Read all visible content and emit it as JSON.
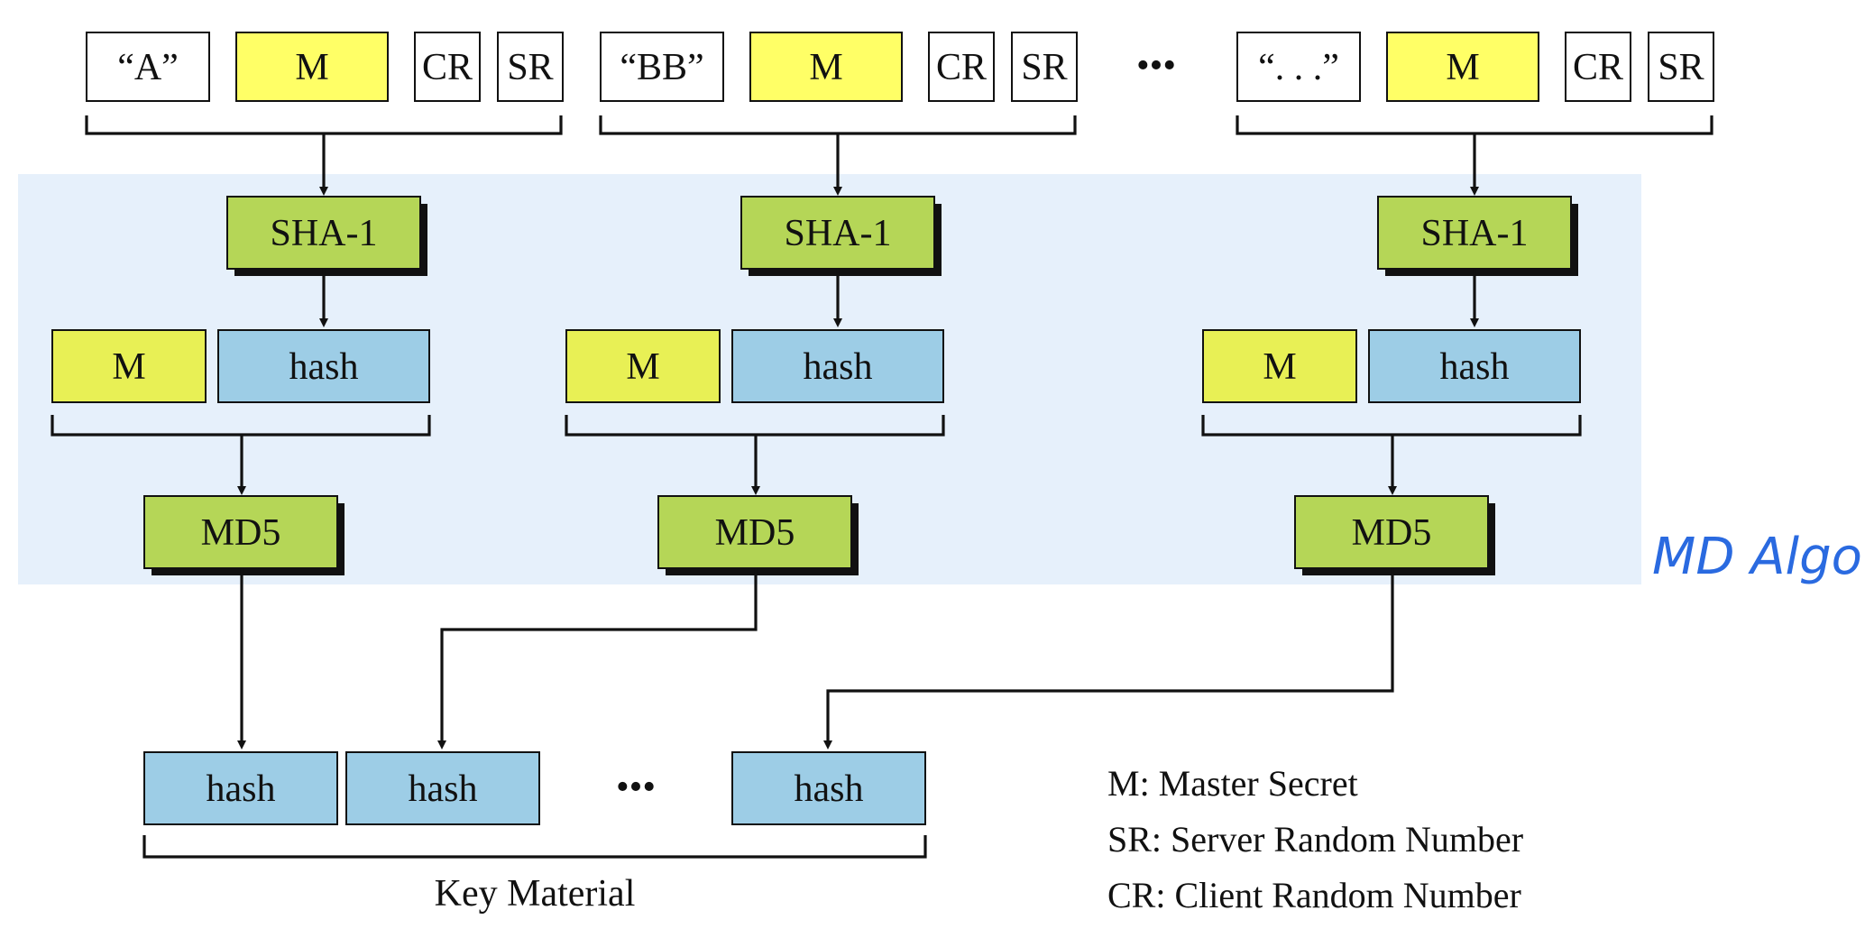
{
  "colors": {
    "yellow_bright": "#ffff66",
    "yellow_light": "#e8f055",
    "green": "#b5d657",
    "blue_hash": "#9dcde6",
    "background_panel": "#e6f0fb",
    "annotation": "#2a6ae0"
  },
  "columns": [
    {
      "input_boxes": [
        {
          "label": "“A”",
          "kind": "white"
        },
        {
          "label": "M",
          "kind": "yellow"
        },
        {
          "label": "CR",
          "kind": "white"
        },
        {
          "label": "SR",
          "kind": "white"
        }
      ],
      "sha_label": "SHA-1",
      "m_label": "M",
      "hash_label": "hash",
      "md5_label": "MD5"
    },
    {
      "input_boxes": [
        {
          "label": "“BB”",
          "kind": "white"
        },
        {
          "label": "M",
          "kind": "yellow"
        },
        {
          "label": "CR",
          "kind": "white"
        },
        {
          "label": "SR",
          "kind": "white"
        }
      ],
      "sha_label": "SHA-1",
      "m_label": "M",
      "hash_label": "hash",
      "md5_label": "MD5"
    },
    {
      "input_boxes": [
        {
          "label": "“. . .”",
          "kind": "white"
        },
        {
          "label": "M",
          "kind": "yellow"
        },
        {
          "label": "CR",
          "kind": "white"
        },
        {
          "label": "SR",
          "kind": "white"
        }
      ],
      "sha_label": "SHA-1",
      "m_label": "M",
      "hash_label": "hash",
      "md5_label": "MD5"
    }
  ],
  "top_ellipsis": "•••",
  "key_material": {
    "hashes": [
      "hash",
      "hash",
      "hash"
    ],
    "ellipsis": "•••",
    "label": "Key Material"
  },
  "legend": [
    "M: Master Secret",
    "SR: Server Random Number",
    "CR: Client Random Number"
  ],
  "annotation": "MD Algo."
}
